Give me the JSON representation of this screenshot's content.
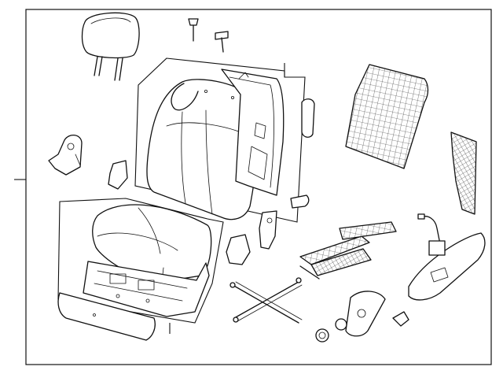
{
  "diagram": {
    "background": "#ffffff",
    "line_color": "#111111",
    "parts": [
      "headrest",
      "headrest-guide-pins",
      "seat-back-assembly",
      "seat-back-frame",
      "seat-back-panel",
      "side-frame-bracket",
      "seat-cushion-assembly",
      "seat-cushion-frame",
      "trim-cover-panel",
      "seat-adjusters",
      "seat-track",
      "side-shield",
      "recliner-handle"
    ]
  }
}
